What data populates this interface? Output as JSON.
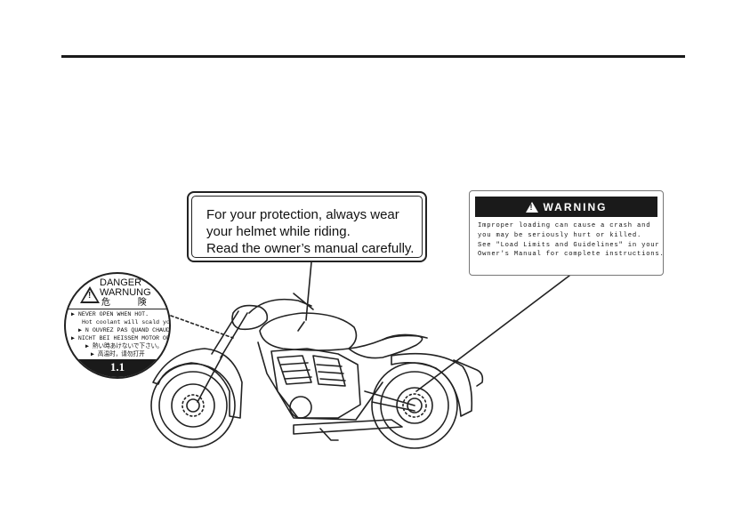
{
  "helmet_label": {
    "lines": [
      "For your protection, always wear",
      "your helmet while riding.",
      "Read the owner’s manual carefully."
    ]
  },
  "warning_label": {
    "header": "WARNING",
    "lines": [
      "Improper loading can cause a crash and",
      "you may be seriously hurt or killed.",
      "See \"Load Limits and Guidelines\" in your",
      "Owner's Manual for complete instructions."
    ]
  },
  "danger_label": {
    "title_en": "DANGER",
    "title_de": "WARNUNG",
    "title_ja": "危 険",
    "lines": [
      "▶ NEVER OPEN WHEN HOT.",
      "Hot coolant will scald you.",
      "▶ N OUVREZ PAS QUAND CHAUD",
      "▶ NICHT BEI HEISSEM MOTOR OFFNEN",
      "▶ 熱い時あけないで下さい。",
      "▶ 高温时，请勿打开"
    ],
    "pressure": "1.1"
  }
}
